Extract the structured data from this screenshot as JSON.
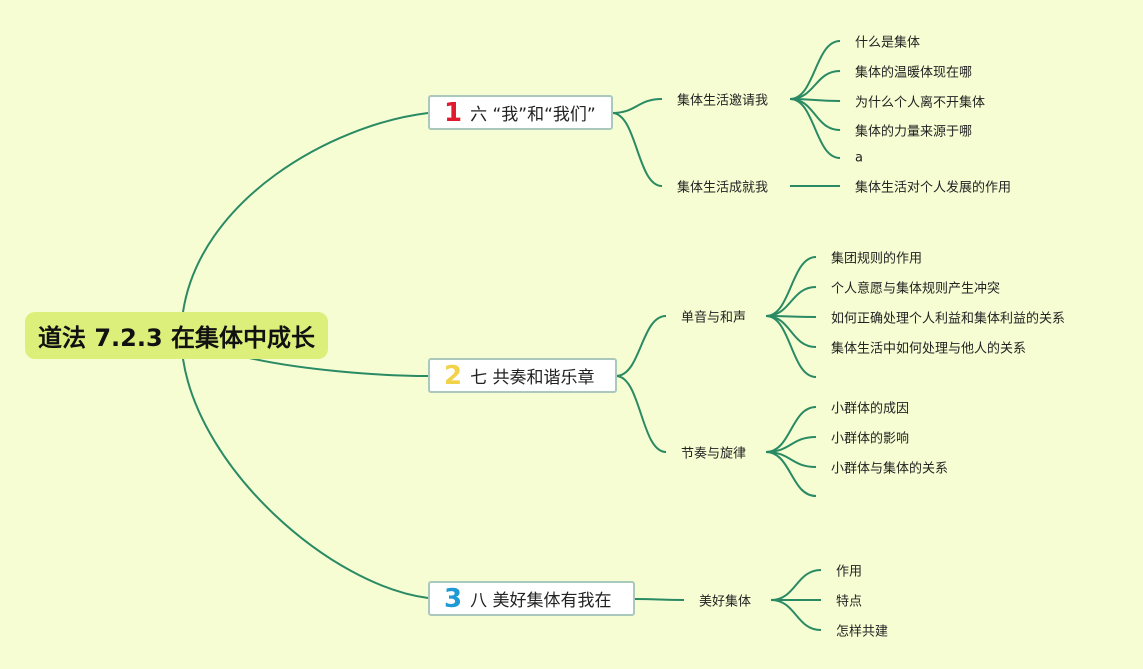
{
  "colors": {
    "line": "#2a8a63",
    "root_bg": "#dcef7a",
    "num1": "#e0192f",
    "num2": "#f2d24a",
    "num3": "#1e9ad6"
  },
  "root": "道法 7.2.3 在集体中成长",
  "topics": [
    {
      "num": "1",
      "label": "六 “我”和“我们”",
      "subs": [
        {
          "label": "集体生活邀请我",
          "leaves": [
            "什么是集体",
            "集体的温暖体现在哪",
            "为什么个人离不开集体",
            "集体的力量来源于哪",
            "a"
          ]
        },
        {
          "label": "集体生活成就我",
          "leaves": [
            "集体生活对个人发展的作用"
          ]
        }
      ]
    },
    {
      "num": "2",
      "label": "七 共奏和谐乐章",
      "subs": [
        {
          "label": "单音与和声",
          "leaves": [
            "集团规则的作用",
            "个人意愿与集体规则产生冲突",
            "如何正确处理个人利益和集体利益的关系",
            "集体生活中如何处理与他人的关系",
            ""
          ]
        },
        {
          "label": "节奏与旋律",
          "leaves": [
            "小群体的成因",
            "小群体的影响",
            "小群体与集体的关系",
            ""
          ]
        }
      ]
    },
    {
      "num": "3",
      "label": "八 美好集体有我在",
      "subs": [
        {
          "label": "美好集体",
          "leaves": [
            "作用",
            "特点",
            "怎样共建"
          ]
        }
      ]
    }
  ]
}
